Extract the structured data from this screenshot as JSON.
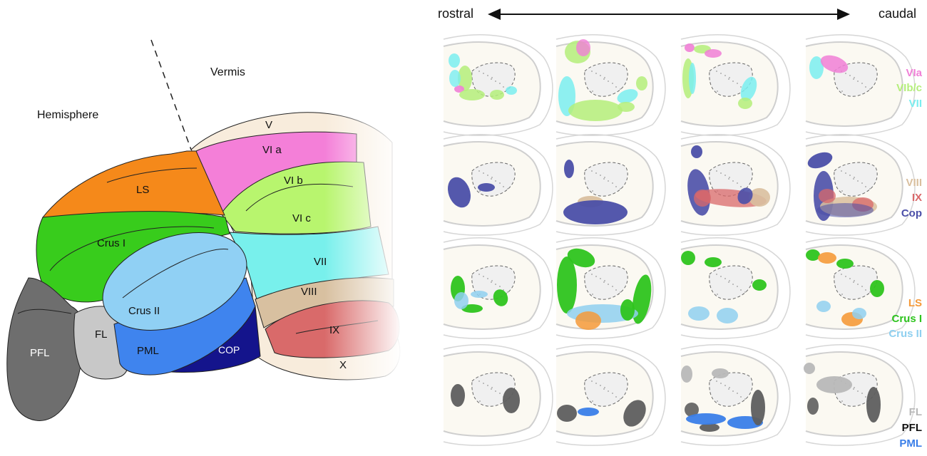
{
  "cerebellum": {
    "hemisphere_label": "Hemisphere",
    "vermis_label": "Vermis",
    "lobules": {
      "V": "V",
      "VIa": "VI a",
      "VIb": "VI b",
      "VIc": "VI c",
      "VII": "VII",
      "VIII": "VIII",
      "IX": "IX",
      "X": "X",
      "LS": "LS",
      "CrusI": "Crus I",
      "CrusII": "Crus II",
      "PML": "PML",
      "COP": "COP",
      "FL": "FL",
      "PFL": "PFL"
    },
    "colors": {
      "V": "#f8ecdc",
      "VIa": "#f47fd8",
      "VIb": "#b8f56e",
      "VII": "#78f0ec",
      "VIII": "#d8c0a0",
      "IX": "#d96a6a",
      "X": "#f8ecdc",
      "LS": "#f5891a",
      "CrusI": "#38cc1c",
      "CrusII": "#90d0f4",
      "PML": "#3f84ee",
      "COP": "#14148c",
      "FL": "#c8c8c8",
      "PFL": "#6e6e6e"
    }
  },
  "axis": {
    "left_label": "rostral",
    "right_label": "caudal"
  },
  "legends": [
    {
      "items": [
        {
          "text": "VIa",
          "color": "#f07fd6"
        },
        {
          "text": "VIb/c",
          "color": "#b4ee7a"
        },
        {
          "text": "VII",
          "color": "#7aeef0"
        }
      ]
    },
    {
      "items": [
        {
          "text": "VIII",
          "color": "#d9bf9e"
        },
        {
          "text": "IX",
          "color": "#d9686a"
        },
        {
          "text": "Cop",
          "color": "#4b4fa8"
        }
      ]
    },
    {
      "items": [
        {
          "text": "LS",
          "color": "#f59a3a"
        },
        {
          "text": "Crus I",
          "color": "#2ec41e"
        },
        {
          "text": "Crus II",
          "color": "#8fd0f0"
        }
      ]
    },
    {
      "items": [
        {
          "text": "FL",
          "color": "#b8b8b8"
        },
        {
          "text": "PFL",
          "color": "#111111"
        },
        {
          "text": "PML",
          "color": "#3a7ee8"
        }
      ]
    }
  ]
}
